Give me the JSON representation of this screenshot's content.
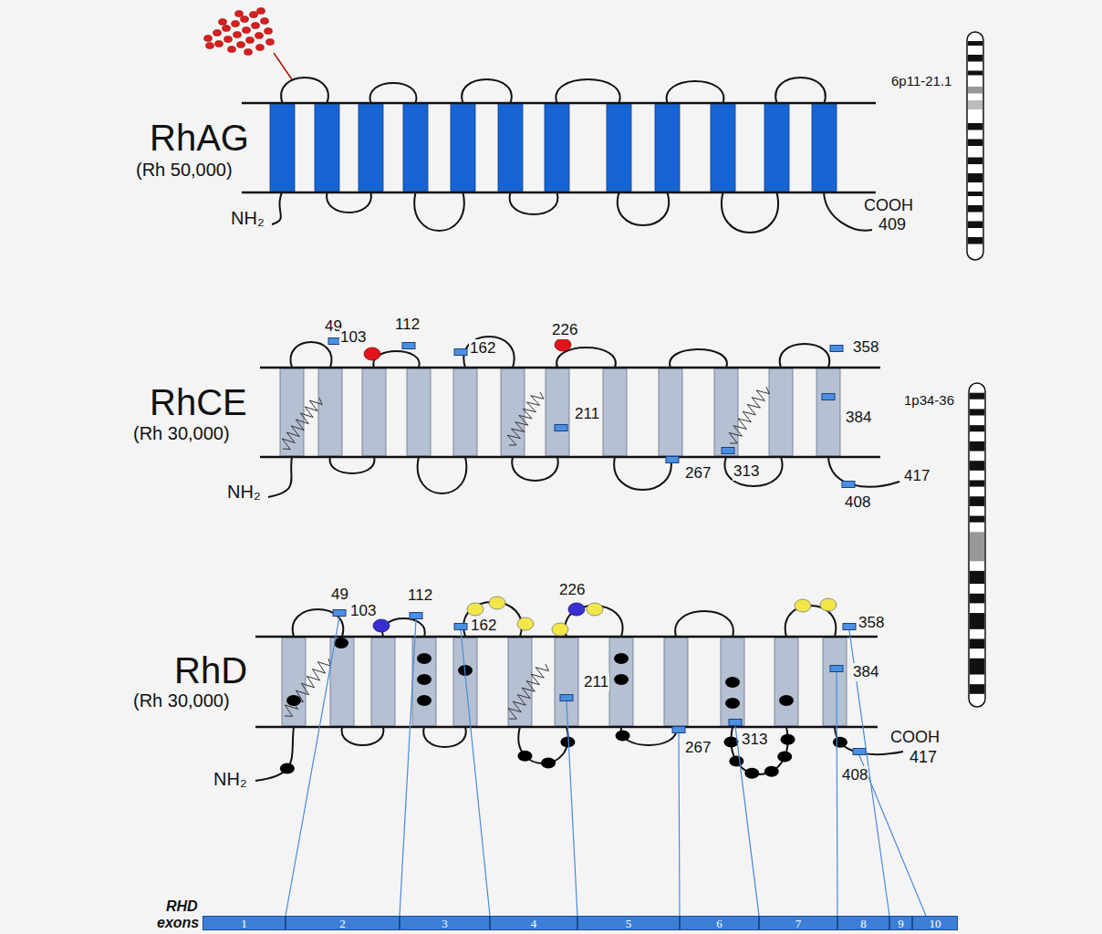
{
  "diagram": {
    "nodes": [
      {
        "text": [
          "1"
        ]
      },
      {
        "text": [
          "2"
        ]
      },
      {
        "text": [
          "3"
        ]
      },
      {
        "text": [
          "4"
        ]
      },
      {
        "text": [
          "5"
        ]
      },
      {
        "text": [
          "6"
        ]
      },
      {
        "text": [
          "7"
        ]
      },
      {
        "text": [
          "8"
        ]
      },
      {
        "text": [
          "9"
        ]
      },
      {
        "text": [
          "10"
        ]
      }
    ],
    "labels": [
      "6p11-21.1",
      "RhAG",
      "(Rh 50,000)",
      "NH₂",
      "COOH",
      "409",
      "49",
      "103",
      "112",
      "162",
      "226",
      "358",
      "RhCE",
      "(Rh 30,000)",
      "1p34-36",
      "211",
      "384",
      "NH₂",
      "267",
      "313",
      "408",
      "417",
      "49",
      "112",
      "103",
      "226",
      "162",
      "358",
      "RhD",
      "(Rh 30,000)",
      "211",
      "384",
      "COOH",
      "417",
      "NH₂",
      "267",
      "313",
      "408",
      "RHD",
      "exons"
    ]
  }
}
